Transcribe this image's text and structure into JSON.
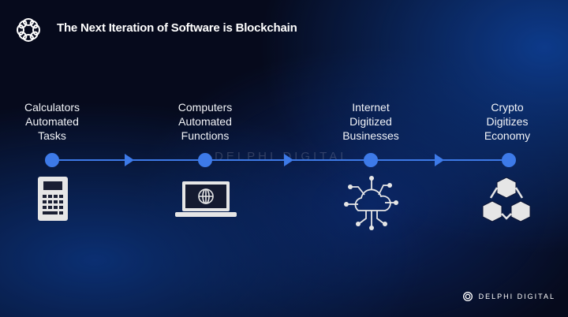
{
  "header": {
    "title": "The Next Iteration of Software is Blockchain",
    "logo_icon": "delphi-knot-icon"
  },
  "timeline": [
    {
      "lines": [
        "Calculators",
        "Automated",
        "Tasks"
      ],
      "icon": "calculator-icon"
    },
    {
      "lines": [
        "Computers",
        "Automated",
        "Functions"
      ],
      "icon": "laptop-globe-icon"
    },
    {
      "lines": [
        "Internet",
        "Digitized",
        "Businesses"
      ],
      "icon": "cloud-network-icon"
    },
    {
      "lines": [
        "Crypto",
        "Digitizes",
        "Economy"
      ],
      "icon": "blockchain-cubes-icon"
    }
  ],
  "watermark": "DELPHI DIGITAL",
  "footer": {
    "brand": "DELPHI DIGITAL"
  },
  "colors": {
    "accent": "#3d7ae8",
    "icon": "#e6e6e6"
  }
}
